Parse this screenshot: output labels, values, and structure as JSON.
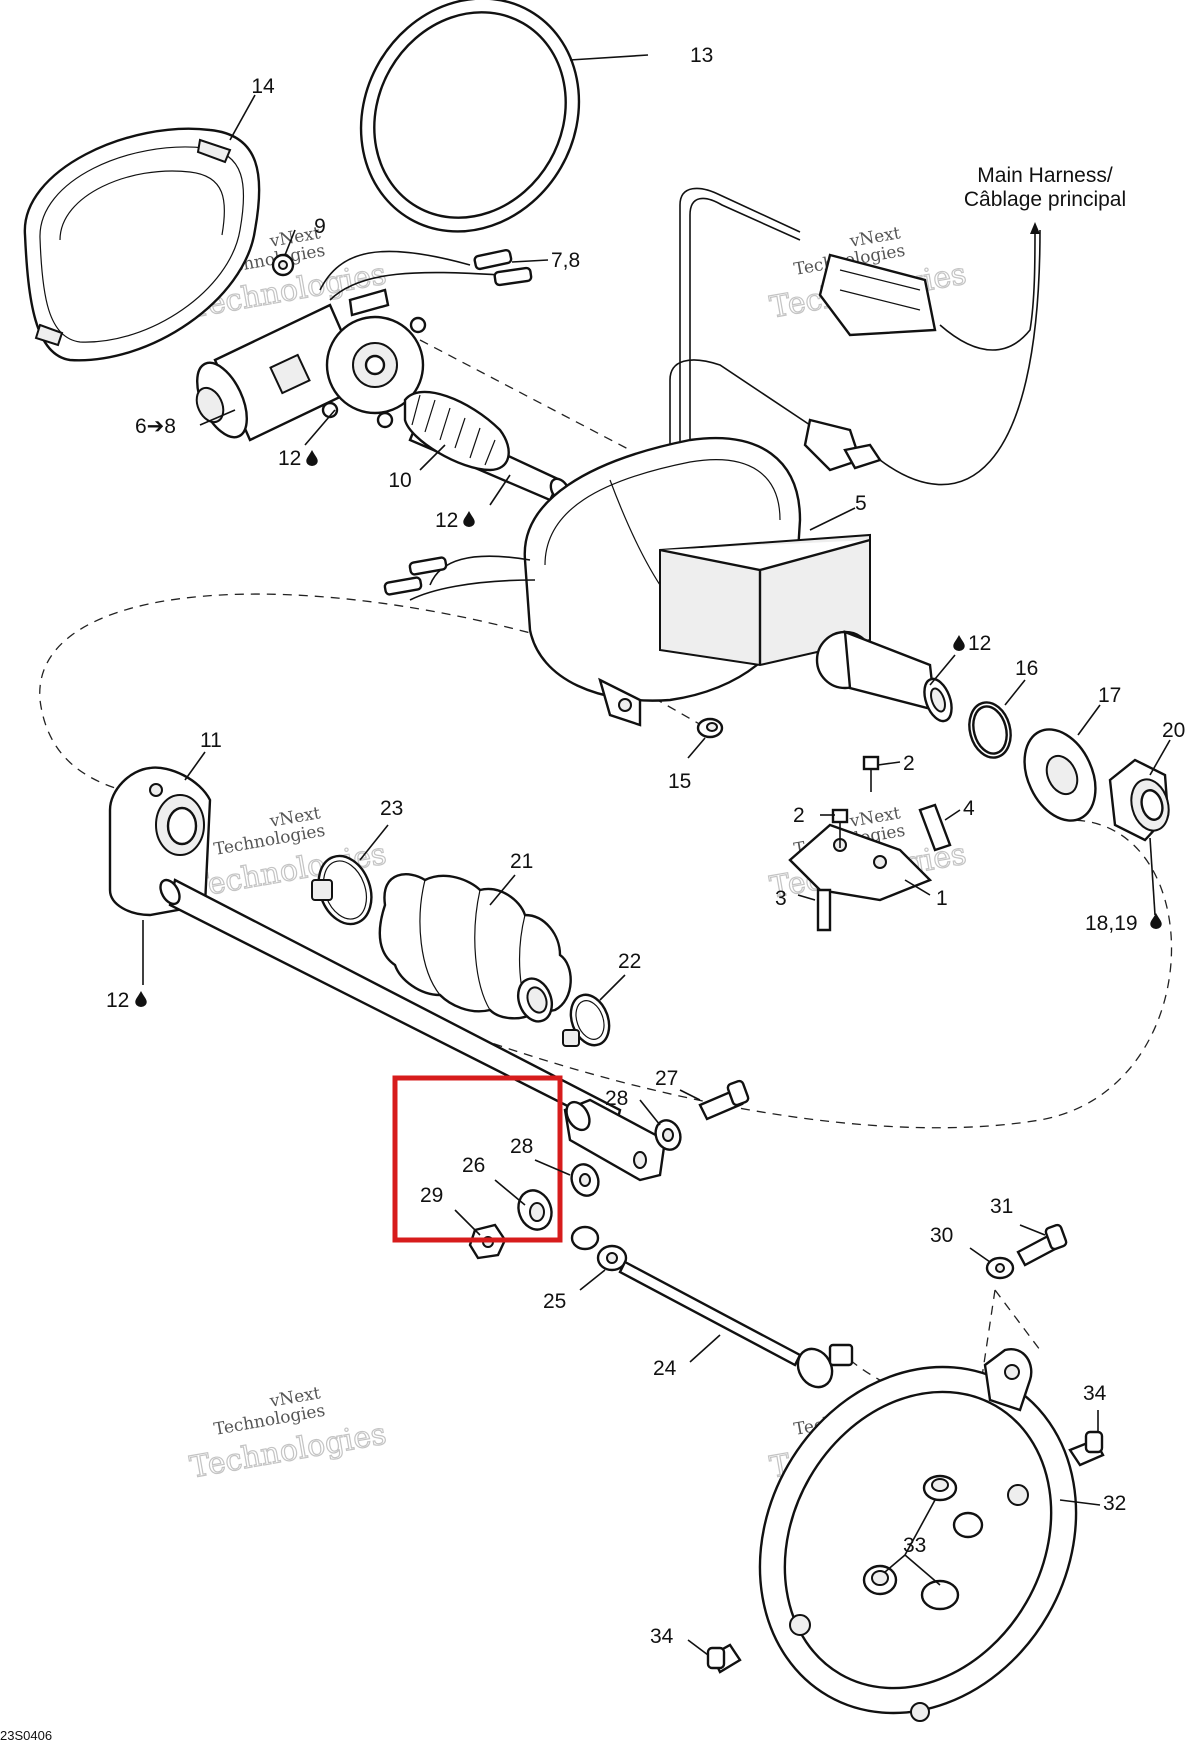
{
  "harness_label": {
    "line1": "Main Harness/",
    "line2": "Câblage principal"
  },
  "watermark": {
    "line1": "vNext",
    "line2": "Technologies"
  },
  "figure_code": "23S0406",
  "drop_icon": "oil-drop-icon",
  "highlight_color": "#d71c1c",
  "callouts": {
    "c14": "14",
    "c13": "13",
    "c9": "9",
    "c78": "7,8",
    "c68": "6➔8",
    "c12a": "12",
    "c10": "10",
    "c12b": "12",
    "c5": "5",
    "c12c": "12",
    "c16": "16",
    "c17": "17",
    "c20": "20",
    "c11": "11",
    "c15": "15",
    "c2a": "2",
    "c2b": "2",
    "c4": "4",
    "c23": "23",
    "c21": "21",
    "c3": "3",
    "c1": "1",
    "c1819": "18,19",
    "c12d": "12",
    "c22": "22",
    "c27": "27",
    "c28a": "28",
    "c28b": "28",
    "c26": "26",
    "c29": "29",
    "c31": "31",
    "c30": "30",
    "c25": "25",
    "c24": "24",
    "c34a": "34",
    "c32": "32",
    "c33": "33",
    "c34b": "34"
  }
}
